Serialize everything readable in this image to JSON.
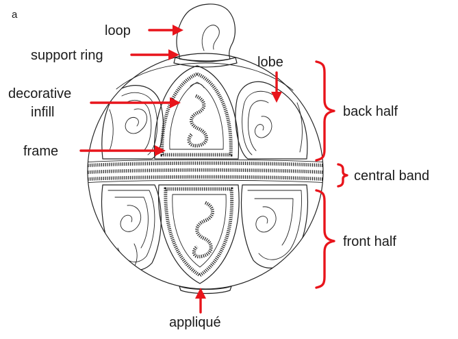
{
  "panel_letter": "a",
  "labels": {
    "loop": "loop",
    "support_ring": "support ring",
    "lobe": "lobe",
    "decorative_infill_line1": "decorative",
    "decorative_infill_line2": "infill",
    "frame": "frame",
    "back_half": "back half",
    "central_band": "central band",
    "front_half": "front half",
    "applique": "appliqué"
  },
  "colors": {
    "annotation": "#e8141b",
    "line_art": "#222222",
    "background": "#ffffff"
  }
}
